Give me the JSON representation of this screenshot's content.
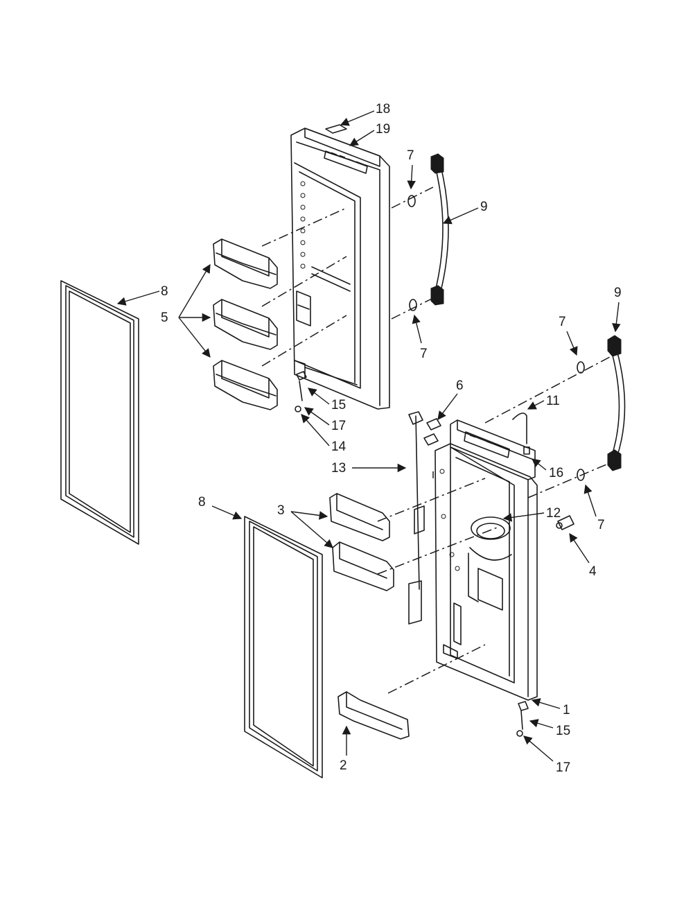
{
  "callouts": {
    "c18": "18",
    "c19": "19",
    "c7_top": "7",
    "c9_top": "9",
    "c8_left": "8",
    "c5": "5",
    "c7_mid": "7",
    "c9_right": "9",
    "c7_right": "7",
    "c6": "6",
    "c11": "11",
    "c15_top": "15",
    "c17_top": "17",
    "c14": "14",
    "c13": "13",
    "c16": "16",
    "c8_bottom": "8",
    "c3": "3",
    "c12": "12",
    "c7_low": "7",
    "c4": "4",
    "c1": "1",
    "c15_bottom": "15",
    "c2": "2",
    "c17_bottom": "17"
  },
  "colors": {
    "line": "#1a1a1a",
    "background": "#ffffff"
  }
}
